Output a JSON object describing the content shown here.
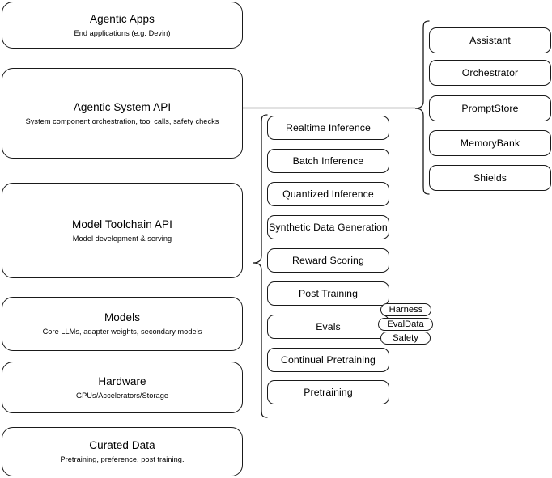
{
  "diagram": {
    "title": "Agentic AI Stack Architecture",
    "background_color": "#ffffff",
    "line_color": "#1a1a1a",
    "text_color": "#000000"
  },
  "stack_layers": [
    {
      "id": "agentic-apps",
      "title": "Agentic Apps",
      "subtitle": "End applications (e.g. Devin)"
    },
    {
      "id": "agentic-system-api",
      "title": "Agentic System API",
      "subtitle": "System component orchestration, tool calls, safety checks"
    },
    {
      "id": "model-toolchain-api",
      "title": "Model Toolchain API",
      "subtitle": "Model development & serving"
    },
    {
      "id": "models",
      "title": "Models",
      "subtitle": "Core LLMs, adapter weights, secondary models"
    },
    {
      "id": "hardware",
      "title": "Hardware",
      "subtitle": "GPUs/Accelerators/Storage"
    },
    {
      "id": "curated-data",
      "title": "Curated Data",
      "subtitle": "Pretraining, preference, post training."
    }
  ],
  "toolchain_capabilities": [
    {
      "id": "realtime-inference",
      "label": "Realtime Inference"
    },
    {
      "id": "batch-inference",
      "label": "Batch Inference"
    },
    {
      "id": "quantized-inference",
      "label": "Quantized Inference"
    },
    {
      "id": "synthetic-data-generation",
      "label": "Synthetic Data Generation"
    },
    {
      "id": "reward-scoring",
      "label": "Reward Scoring"
    },
    {
      "id": "post-training",
      "label": "Post Training"
    },
    {
      "id": "evals",
      "label": "Evals"
    },
    {
      "id": "continual-pretraining",
      "label": "Continual Pretraining"
    },
    {
      "id": "pretraining",
      "label": "Pretraining"
    }
  ],
  "evals_subcomponents": [
    {
      "id": "harness",
      "label": "Harness"
    },
    {
      "id": "evaldata",
      "label": "EvalData"
    },
    {
      "id": "safety",
      "label": "Safety"
    }
  ],
  "system_components": [
    {
      "id": "assistant",
      "label": "Assistant"
    },
    {
      "id": "orchestrator",
      "label": "Orchestrator"
    },
    {
      "id": "promptstore",
      "label": "PromptStore"
    },
    {
      "id": "memorybank",
      "label": "MemoryBank"
    },
    {
      "id": "shields",
      "label": "Shields"
    }
  ]
}
